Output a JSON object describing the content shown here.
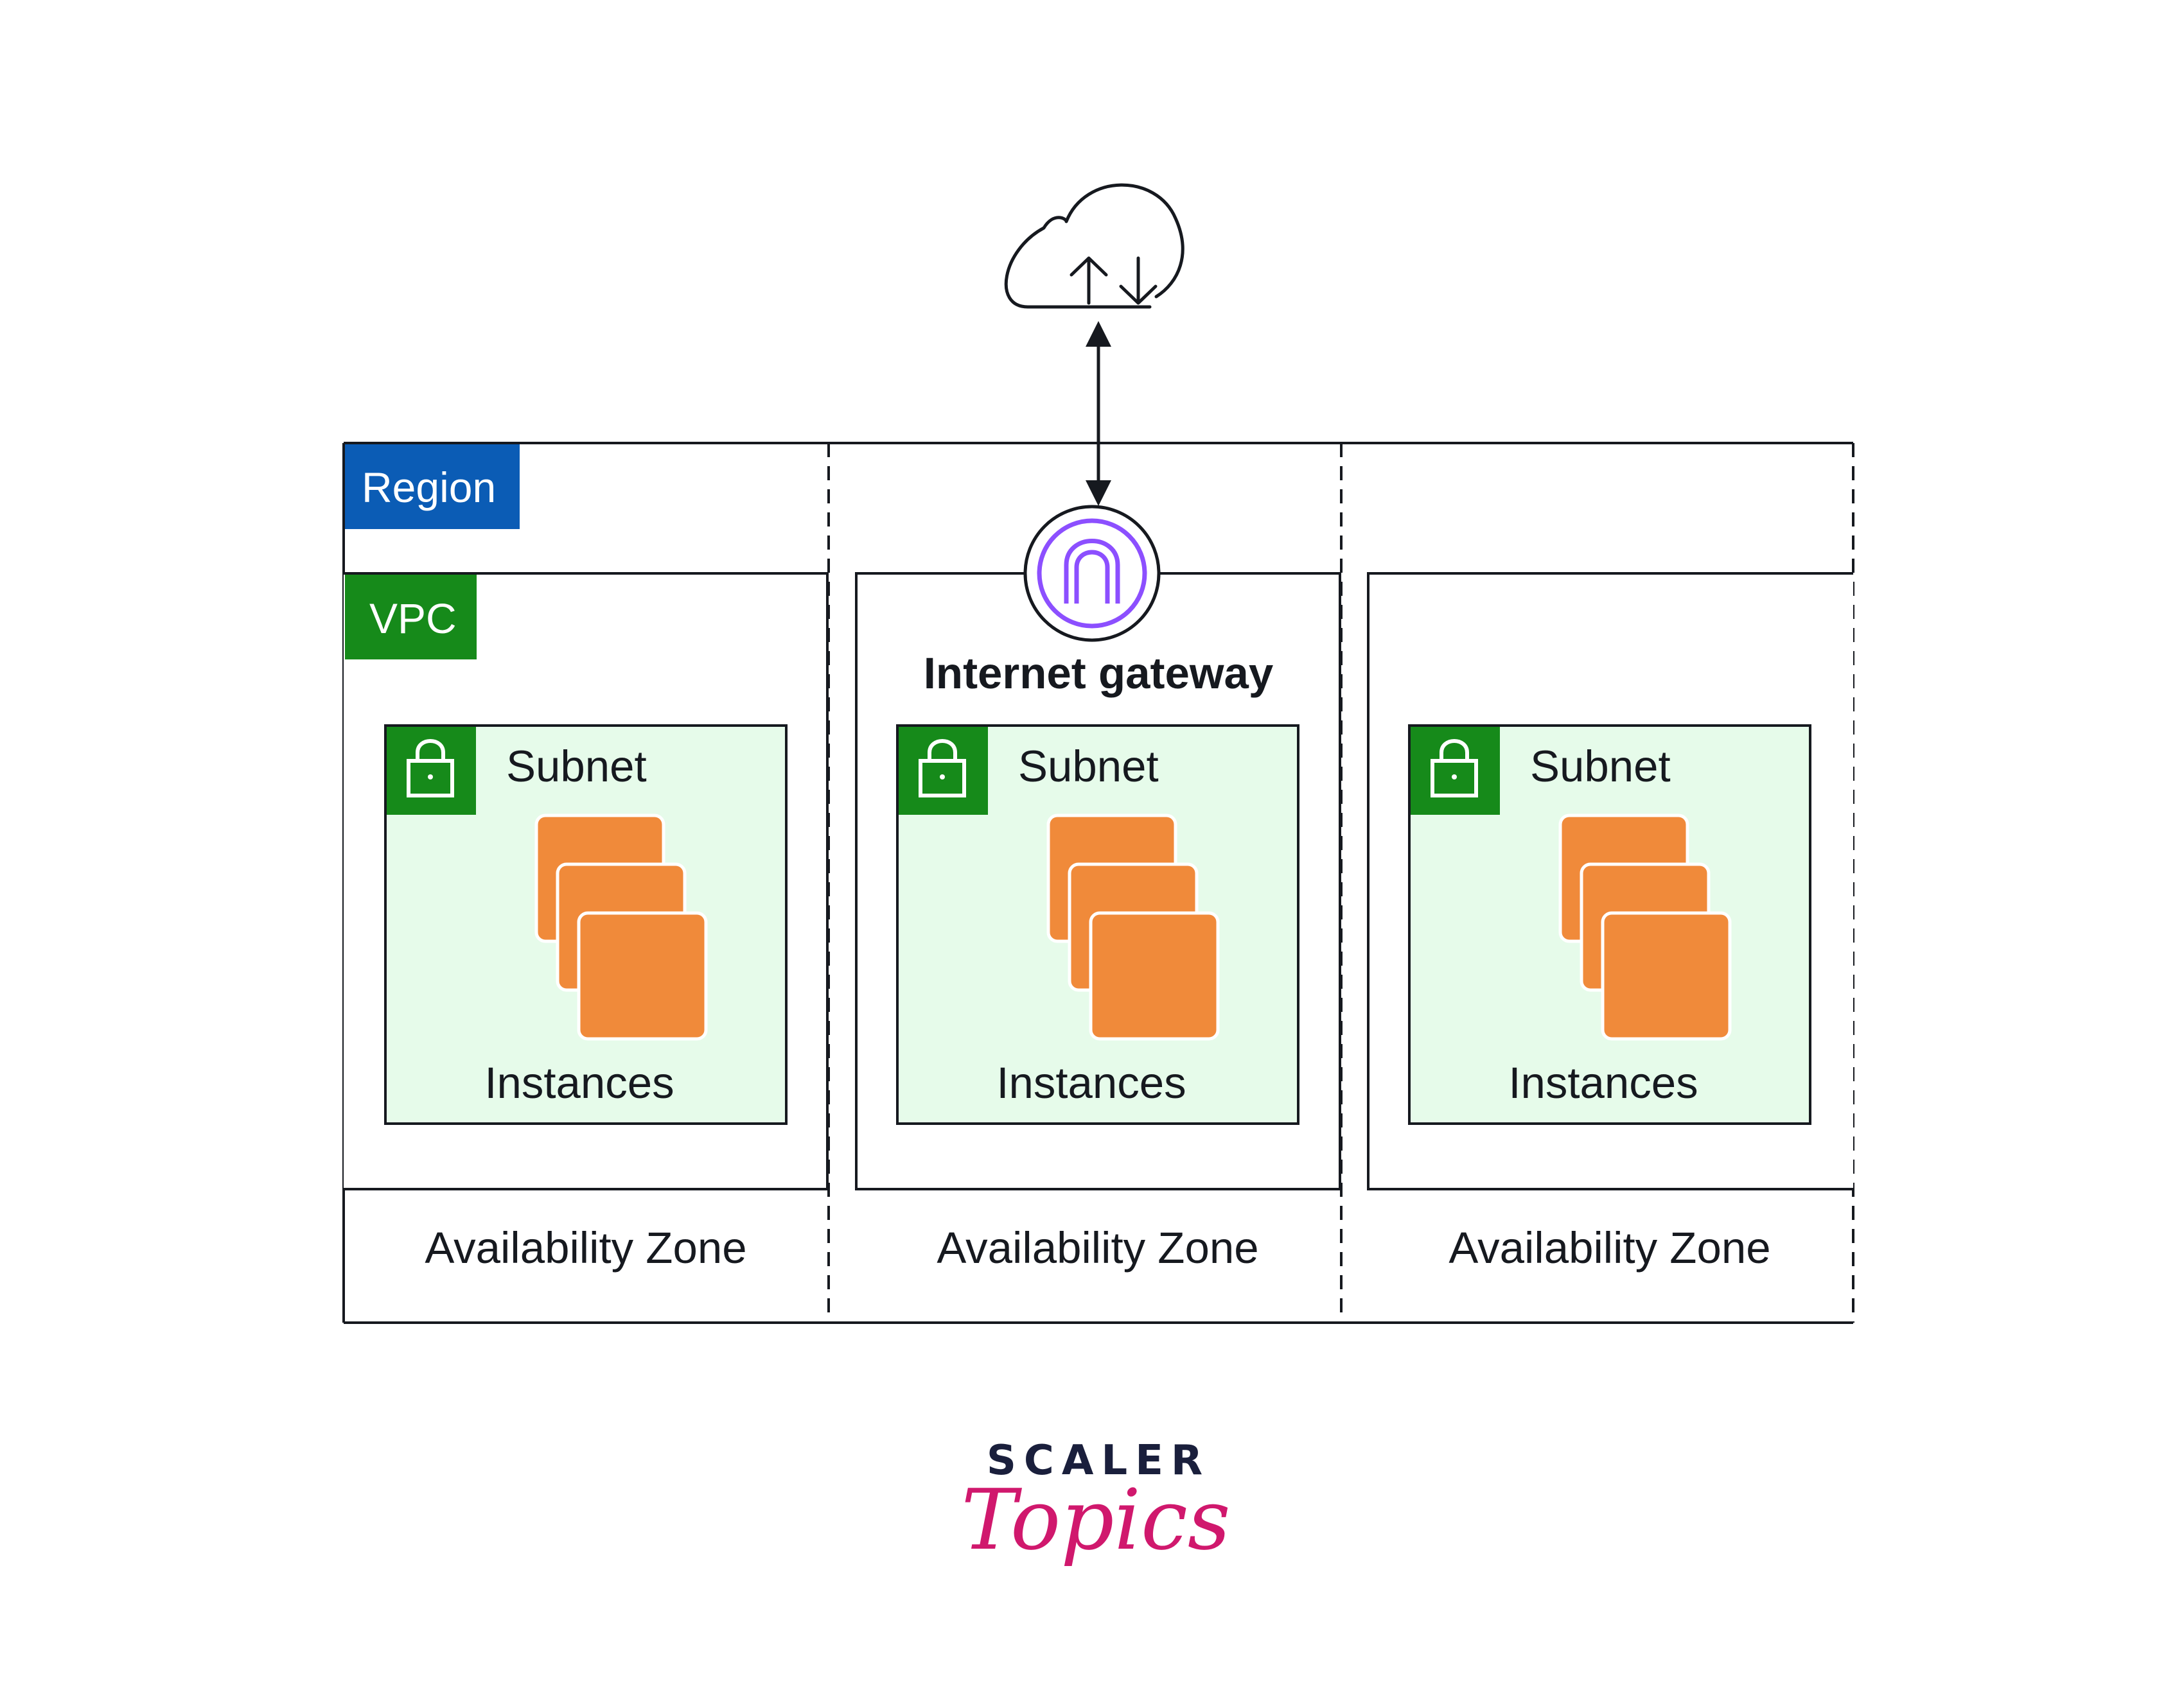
{
  "region": {
    "label": "Region",
    "color": "#0b5cb5"
  },
  "vpc": {
    "label": "VPC",
    "color": "#168a1a"
  },
  "gateway": {
    "label": "Internet gateway",
    "icon": "internet-gateway-icon",
    "color": "#8c4fff"
  },
  "cloud": {
    "icon": "cloud-upload-download-icon"
  },
  "zones": [
    {
      "label": "Availability Zone",
      "subnet": {
        "label": "Subnet",
        "icon": "lock-icon"
      },
      "instances": {
        "label": "Instances",
        "icon": "ec2-instances-icon"
      }
    },
    {
      "label": "Availability Zone",
      "subnet": {
        "label": "Subnet",
        "icon": "lock-icon"
      },
      "instances": {
        "label": "Instances",
        "icon": "ec2-instances-icon"
      }
    },
    {
      "label": "Availability Zone",
      "subnet": {
        "label": "Subnet",
        "icon": "lock-icon"
      },
      "instances": {
        "label": "Instances",
        "icon": "ec2-instances-icon"
      }
    }
  ],
  "colors": {
    "subnet_fill": "#e6fbea",
    "instance_fill": "#f08a3a",
    "line": "#16191f"
  },
  "brand": {
    "line1": "SCALER",
    "line2": "Topics",
    "line1_color": "#1a1f3c",
    "line2_color": "#d0186d"
  }
}
